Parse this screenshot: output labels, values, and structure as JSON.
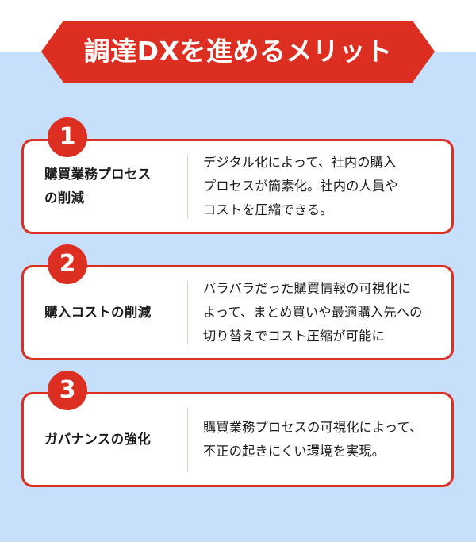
{
  "banner": {
    "title": "調達DXを進めるメリット"
  },
  "items": [
    {
      "number": "1",
      "heading_lines": [
        "購買業務プロセス",
        "の削減"
      ],
      "desc_lines": [
        "デジタル化によって、社内の購入",
        "プロセスが簡素化。社内の人員や",
        "コストを圧縮できる。"
      ]
    },
    {
      "number": "2",
      "heading_lines": [
        "購入コストの削減"
      ],
      "desc_lines": [
        "バラバラだった購買情報の可視化に",
        "よって、まとめ買いや最適購入先への",
        "切り替えでコスト圧縮が可能に"
      ]
    },
    {
      "number": "3",
      "heading_lines": [
        "ガバナンスの強化"
      ],
      "desc_lines": [
        "購買業務プロセスの可視化によって、",
        "不正の起きにくい環境を実現。"
      ]
    }
  ],
  "colors": {
    "accent": "#dc2f22",
    "background_panel": "#c6e0fb",
    "card_background": "#ffffff"
  }
}
